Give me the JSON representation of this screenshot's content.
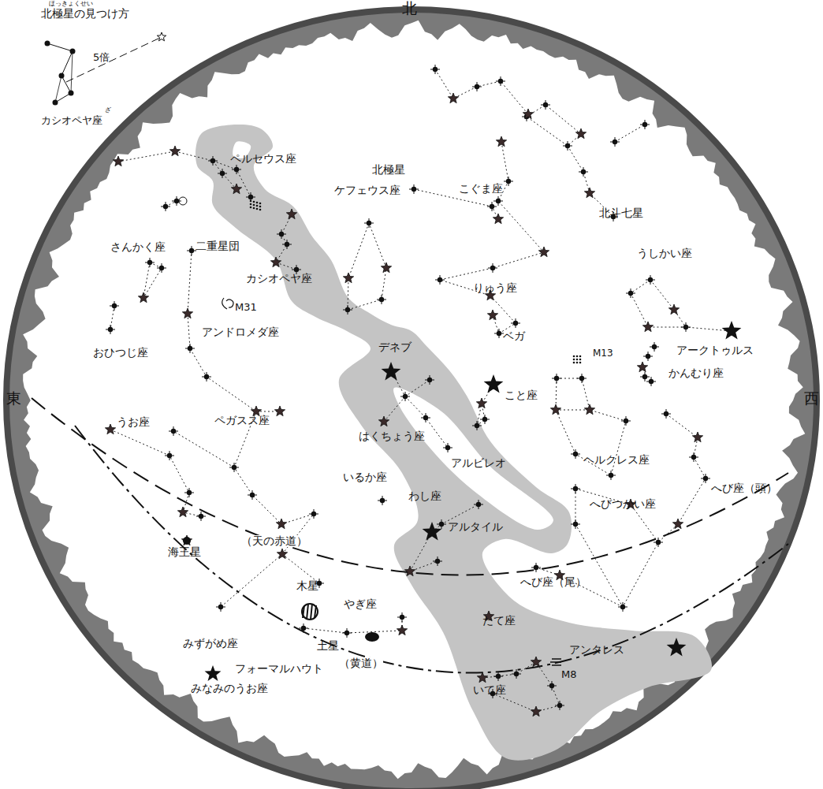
{
  "diagram": {
    "labels": [
      "北",
      "東",
      "西",
      "ほっきょくせい",
      "北極星の見つけ方",
      "5倍",
      "カシオペヤ座",
      "ざ",
      "ペルセウス座",
      "二重星団",
      "さんかく座",
      "カシオペヤ座",
      "M31",
      "おひつじ座",
      "アンドロメダ座",
      "うお座",
      "ペガスス座",
      "ケフェウス座",
      "北極星",
      "こぐま座",
      "北斗七星",
      "うしかい座",
      "りゅう座",
      "デネブ",
      "ベガ",
      "M13",
      "アークトゥルス",
      "かんむり座",
      "こと座",
      "はくちょう座",
      "アルビレオ",
      "ヘルクレス座",
      "へび座（頭）",
      "いるか座",
      "わし座",
      "へびつかい座",
      "アルタイル",
      "（天の赤道）",
      "海王星",
      "へび座（尾）",
      "たて座",
      "木星",
      "やぎ座",
      "みずがめ座",
      "土星",
      "（黄道）",
      "アンタレス",
      "フォーマルハウト",
      "みなみのうお座",
      "M8",
      "いて座"
    ]
  }
}
